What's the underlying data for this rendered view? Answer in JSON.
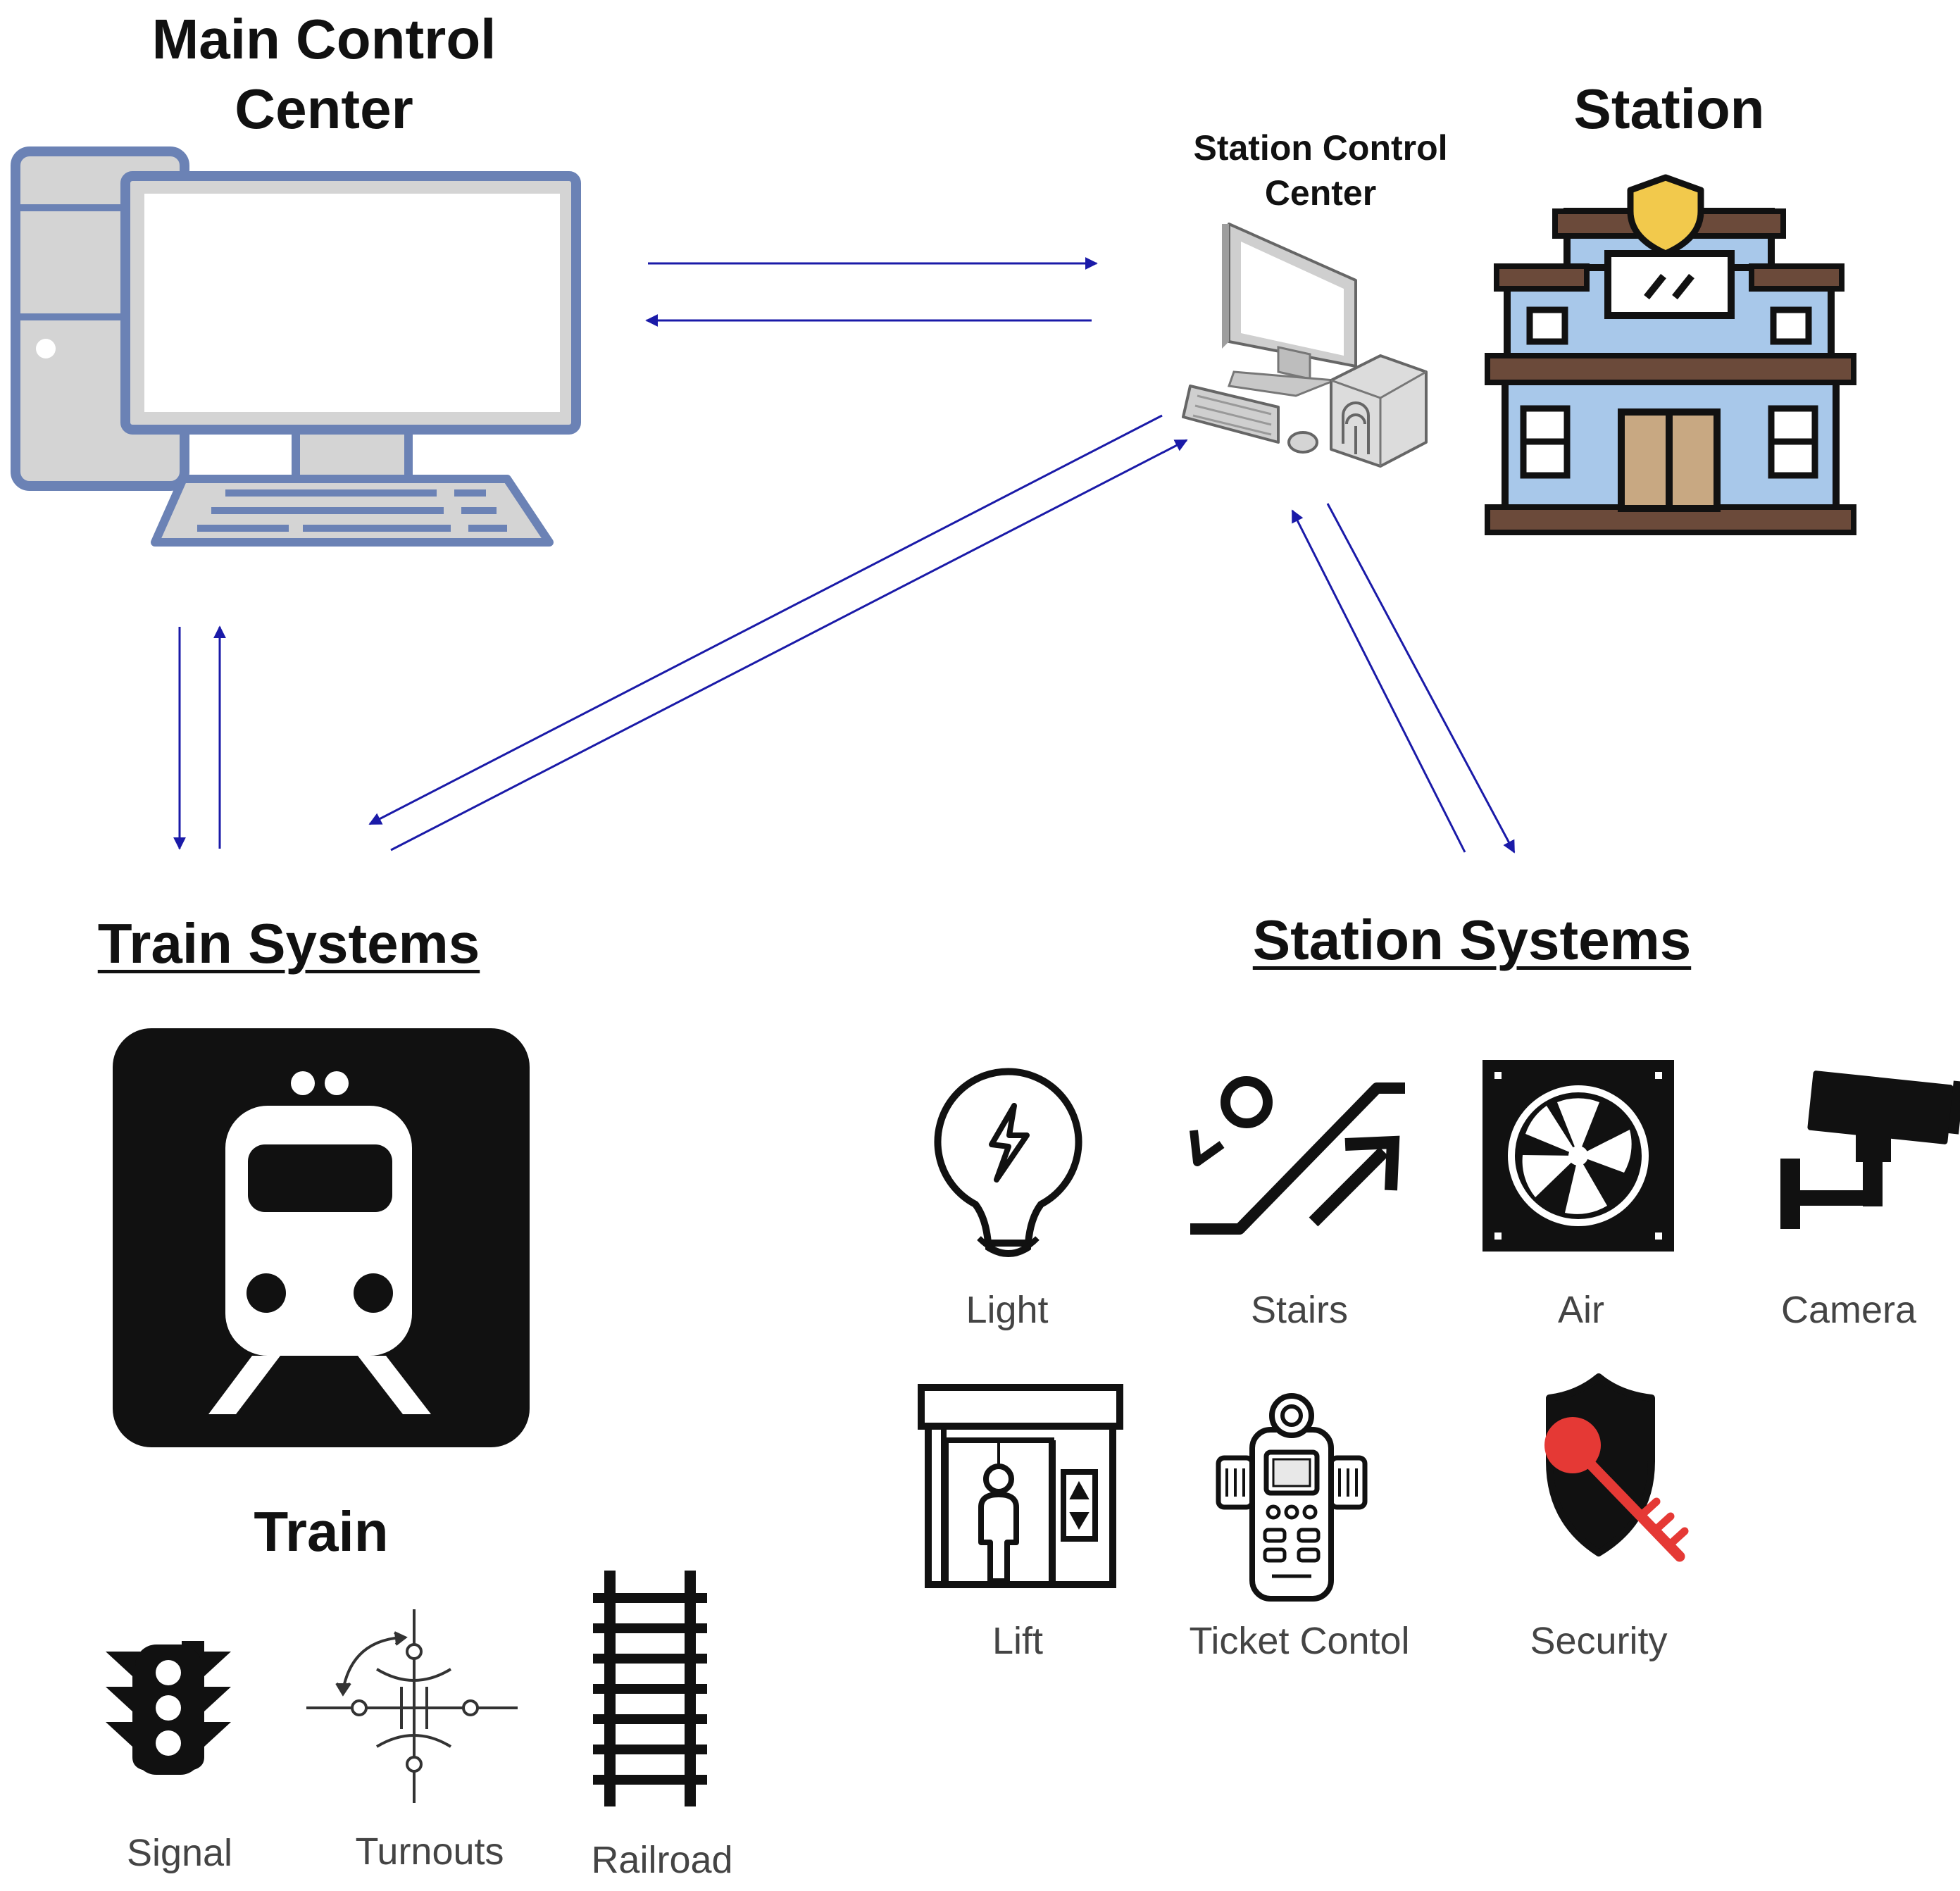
{
  "titles": {
    "main_control_center_line1": "Main Control",
    "main_control_center_line2": "Center",
    "station": "Station",
    "station_control_center_line1": "Station Control",
    "station_control_center_line2": "Center",
    "train_systems": "Train Systems",
    "station_systems": "Station Systems",
    "train": "Train"
  },
  "train_items": {
    "signal": "Signal",
    "turnouts": "Turnouts",
    "railroad": "Railroad"
  },
  "station_items": {
    "light": "Light",
    "stairs": "Stairs",
    "air": "Air",
    "camera": "Camera",
    "lift": "Lift",
    "ticket_control": "Ticket Contol",
    "security": "Security"
  },
  "colors": {
    "arrow": "#1a1aa8",
    "monitor_frame": "#6b82b5",
    "monitor_fill": "#d4d4d4",
    "station_wall": "#a8c8ea",
    "station_trim": "#6b4a3a",
    "station_shield": "#f2c94c",
    "security_key": "#e53935",
    "icon_dark": "#111111"
  }
}
